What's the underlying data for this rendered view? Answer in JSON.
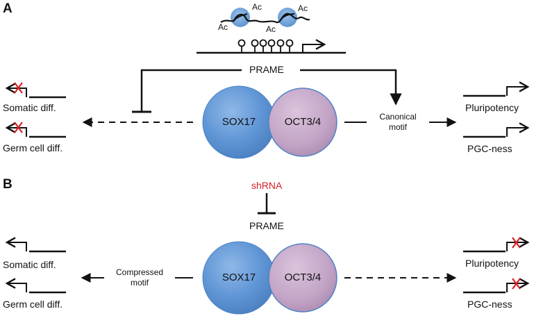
{
  "panels": {
    "a": "A",
    "b": "B"
  },
  "colors": {
    "sox17": "#5f95d5",
    "oct34": "#c2a3c6",
    "red": "#d91f26",
    "ink": "#111111"
  },
  "panel_a": {
    "acetyl_labels": [
      "Ac",
      "Ac",
      "Ac",
      "Ac"
    ],
    "prame": "PRAME",
    "sox17": "SOX17",
    "oct34": "OCT3/4",
    "motif": [
      "Canonical",
      "motif"
    ],
    "left_targets": [
      "Somatic diff.",
      "Germ cell diff."
    ],
    "right_targets": [
      "Pluripotency",
      "PGC-ness"
    ]
  },
  "panel_b": {
    "shrna": "shRNA",
    "prame": "PRAME",
    "sox17": "SOX17",
    "oct34": "OCT3/4",
    "motif": [
      "Compressed",
      "motif"
    ],
    "left_targets": [
      "Somatic diff.",
      "Germ cell diff."
    ],
    "right_targets": [
      "Pluripotency",
      "PGC-ness"
    ]
  }
}
